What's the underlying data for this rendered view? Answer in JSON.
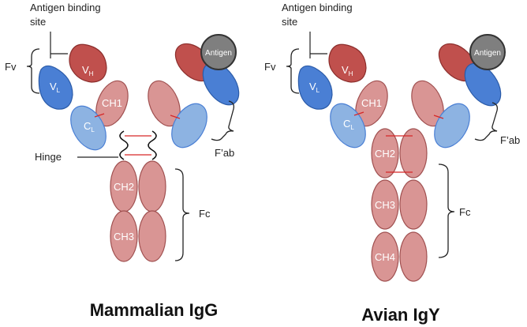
{
  "labels": {
    "antigen_binding_site_line1": "Antigen binding",
    "antigen_binding_site_line2": "site",
    "fv": "Fv",
    "fab": "F’ab",
    "fc": "Fc",
    "hinge": "Hinge",
    "antigen": "Antigen"
  },
  "domains": {
    "vl_main": "V",
    "vl_sub": "L",
    "vh_main": "V",
    "vh_sub": "H",
    "cl_main": "C",
    "cl_sub": "L",
    "ch1": "CH1",
    "ch2": "CH2",
    "ch3": "CH3",
    "ch4": "CH4"
  },
  "titles": {
    "left": "Mammalian IgG",
    "right": "Avian IgY"
  },
  "colors": {
    "heavy_variable": "#c0504d",
    "heavy_constant": "#d99594",
    "light_variable": "#4a7fd4",
    "light_constant": "#8db3e2",
    "antigen": "#7f7f7f",
    "disulfide": "#d62728"
  }
}
